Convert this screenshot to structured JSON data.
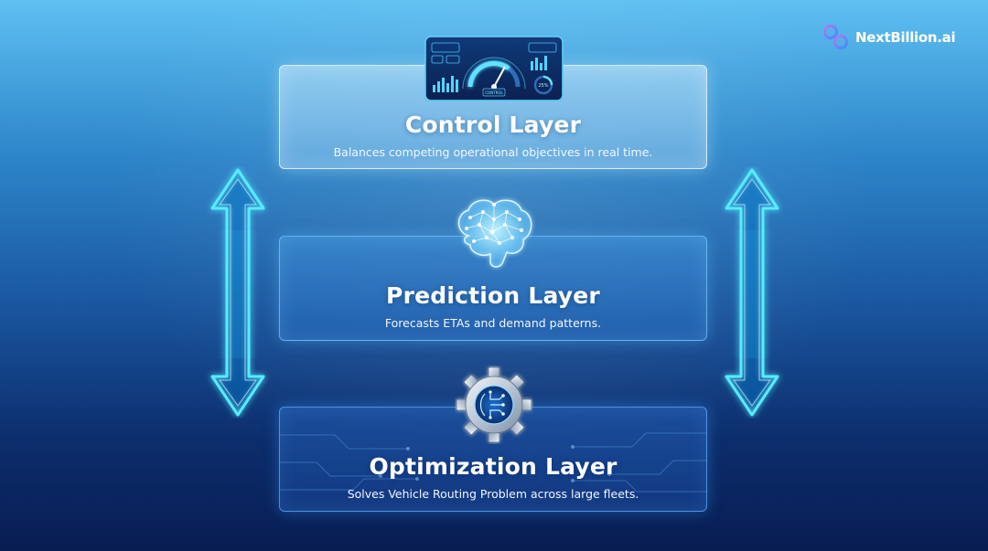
{
  "brand": {
    "name": "NextBillion.ai",
    "icon": "infinity-logo-icon"
  },
  "layers": [
    {
      "id": "control",
      "title": "Control Layer",
      "description": "Balances competing operational objectives in real time.",
      "icon": "dashboard-gauge-icon",
      "icon_text": {
        "gauge_label": "CONTROL",
        "percent": "25%"
      }
    },
    {
      "id": "prediction",
      "title": "Prediction Layer",
      "description": "Forecasts ETAs and demand patterns.",
      "icon": "brain-network-icon"
    },
    {
      "id": "optimization",
      "title": "Optimization Layer",
      "description": "Solves Vehicle Routing Problem across large fleets.",
      "icon": "gear-circuit-icon"
    }
  ],
  "arrows": {
    "left": "bidirectional-arrow-icon",
    "right": "bidirectional-arrow-icon"
  },
  "colors": {
    "accent_cyan": "#3fe0ff",
    "background_top": "#5fc0f2",
    "background_bottom": "#081d52",
    "brand_purple": "#a06ce8",
    "brand_blue": "#3d8cff"
  }
}
